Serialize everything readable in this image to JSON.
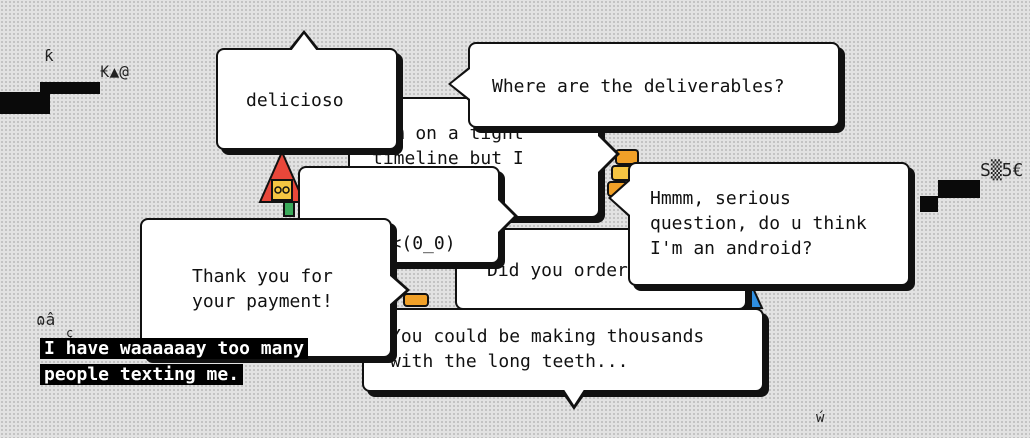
{
  "bubbles": {
    "tight_timeline": "I'm on a tight\ntimeline but I\n    you",
    "ordered": "Did you order",
    "thousands": "You could be making thousands\nwith the long teeth...",
    "dollars": "$$$",
    "face": "<(0_0)",
    "delicioso": "delicioso",
    "deliverables": "Where are the deliverables?",
    "android": "Hmmm, serious\nquestion, do u think\nI'm an android?",
    "payment": "Thank you for\nyour payment!"
  },
  "caption": {
    "line1": "I have waaaaaay too many",
    "line2": "people texting me."
  },
  "glyphs": {
    "g1": "ƙ",
    "g2": "₭▲@",
    "g3": "S▒5€",
    "g4": "ɷâ",
    "g5": "ç",
    "g6": "ẃ"
  },
  "colors": {
    "character_red": "#e8473a",
    "character_yellow": "#f5c542",
    "character_green": "#3aaa5a",
    "character_orange": "#f0a028",
    "character_blue": "#2f8ee0"
  }
}
